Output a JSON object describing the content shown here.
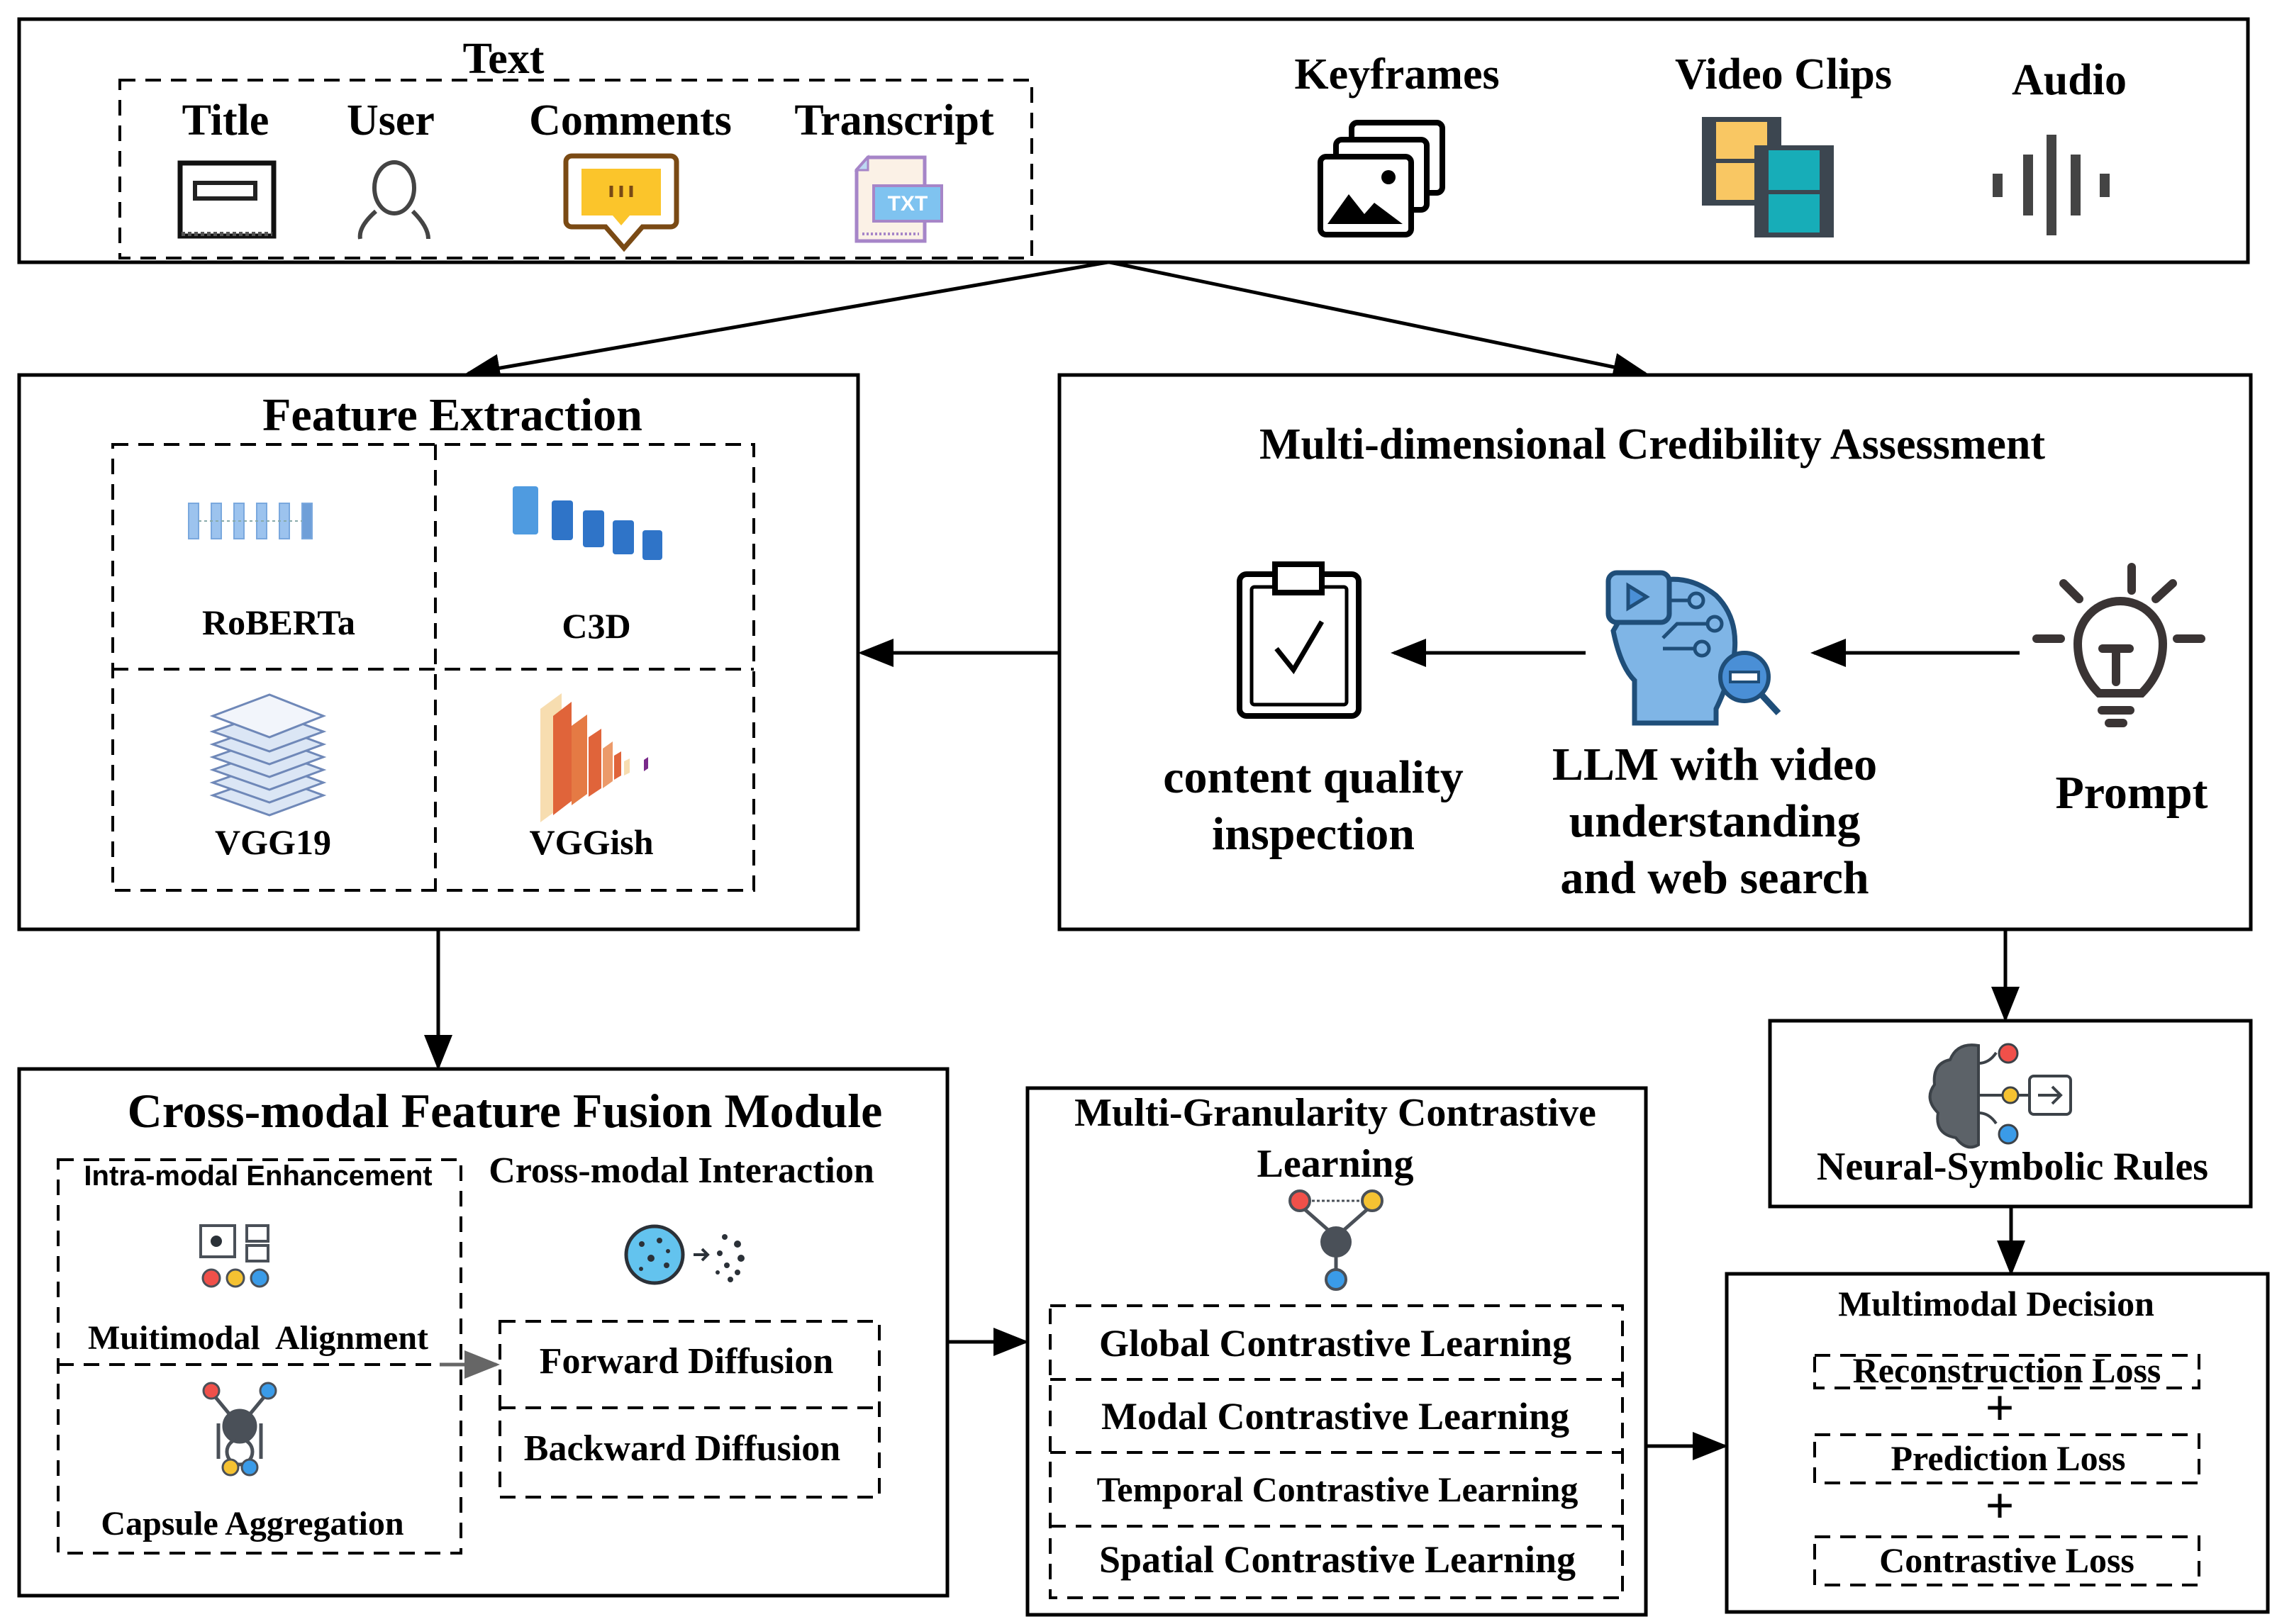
{
  "inputs": {
    "text_group_label": "Text",
    "text_items": [
      {
        "label": "Title",
        "icon": "title-card-icon"
      },
      {
        "label": "User",
        "icon": "user-icon"
      },
      {
        "label": "Comments",
        "icon": "comment-bubble-icon"
      },
      {
        "label": "Transcript",
        "icon": "txt-file-icon"
      }
    ],
    "media_items": [
      {
        "label": "Keyframes",
        "icon": "image-stack-icon"
      },
      {
        "label": "Video Clips",
        "icon": "film-strip-icon"
      },
      {
        "label": "Audio",
        "icon": "audio-wave-icon"
      }
    ]
  },
  "feature_extraction": {
    "title": "Feature Extraction",
    "models": [
      {
        "label": "RoBERTa",
        "icon": "roberta-layers-icon"
      },
      {
        "label": "C3D",
        "icon": "c3d-blocks-icon"
      },
      {
        "label": "VGG19",
        "icon": "vgg19-stack-icon"
      },
      {
        "label": "VGGish",
        "icon": "vggish-layers-icon"
      }
    ]
  },
  "credibility": {
    "title": "Multi-dimensional Credibility Assessment",
    "steps": [
      {
        "label_lines": [
          "content quality",
          "inspection"
        ],
        "icon": "clipboard-check-icon"
      },
      {
        "label_lines": [
          "LLM with video",
          "understanding",
          "and web search"
        ],
        "icon": "llm-head-search-icon"
      },
      {
        "label_lines": [
          "Prompt"
        ],
        "icon": "lightbulb-icon"
      }
    ]
  },
  "fusion": {
    "title": "Cross-modal Feature Fusion Module",
    "intra_title": "Intra-modal Enhancement",
    "intra_items": [
      {
        "label": "Muitimodal  Alignment",
        "icon": "alignment-icon"
      },
      {
        "label": "Capsule Aggregation",
        "icon": "capsule-network-icon"
      }
    ],
    "cross_title": "Cross-modal Interaction",
    "cross_icon": "diffusion-icon",
    "diffusion_items": [
      "Forward Diffusion",
      "Backward Diffusion"
    ]
  },
  "contrastive": {
    "title_lines": [
      "Multi-Granularity Contrastive",
      "Learning"
    ],
    "icon": "graph-nodes-icon",
    "items": [
      "Global Contrastive Learning",
      "Modal Contrastive Learning",
      "Temporal Contrastive Learning",
      "Spatial Contrastive Learning"
    ]
  },
  "neural_symbolic": {
    "title": "Neural-Symbolic Rules",
    "icon": "brain-rules-icon"
  },
  "decision": {
    "title": "Multimodal Decision",
    "losses": [
      "Reconstruction Loss",
      "Prediction Loss",
      "Contrastive Loss"
    ],
    "operator": "+"
  },
  "colors": {
    "stroke": "#000000",
    "llm_blue": "#7fb5e6",
    "llm_dark": "#1f4e79",
    "node_red": "#f0504a",
    "node_yellow": "#f5c232",
    "node_blue": "#3a9be8",
    "node_dark": "#4a5058",
    "comment_yellow": "#fbc52b",
    "comment_brown": "#7a4a14",
    "film_yellow": "#f9c763",
    "film_teal": "#17adb8",
    "roberta_blue": "#9cc3ee",
    "c3d_blue": "#2f74c8",
    "vggish_orange": "#e0643a"
  }
}
